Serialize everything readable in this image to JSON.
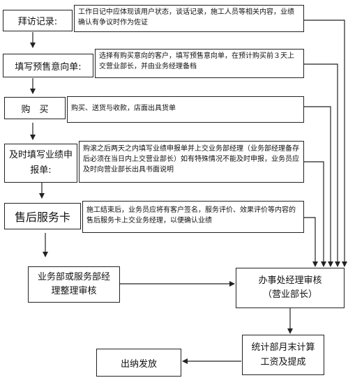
{
  "steps": [
    {
      "label": "拜访记录:",
      "desc": "工作日记中应体现该用户状态，谈话记录，施工人员等相关内容，业绩确认有争议时作为佐证"
    },
    {
      "label": "填写预售意向单:",
      "desc": "选择有购买意向的客户，填写预售意向单，在预计购买前３天上交营业部长，并由业务经理备档"
    },
    {
      "label": "购　买",
      "desc": "购买、送货与收款，店面出具货单"
    },
    {
      "label": "及时填写业绩申报单:",
      "desc": "购滚之后两天之内填写业绩申报单并上交业务部经理（业务部经理备存后必须在当日内上交营业部长）如有特殊情况不能及时申报，业务员应及时向营业部长出具书面说明"
    },
    {
      "label": "售后服务卡",
      "desc": "施工结束后，业务员应将有客户签名，服务评价、效果评价等内容的售后服务卡上交业务经理，以便确认业绩"
    }
  ],
  "nodes": {
    "review_dept": "业务部或服务部经理整理审核",
    "office_review": "办事处经理审核（营业部长）",
    "statistics": "统计部月末计算工资及提成",
    "cashier": "出纳发放"
  }
}
